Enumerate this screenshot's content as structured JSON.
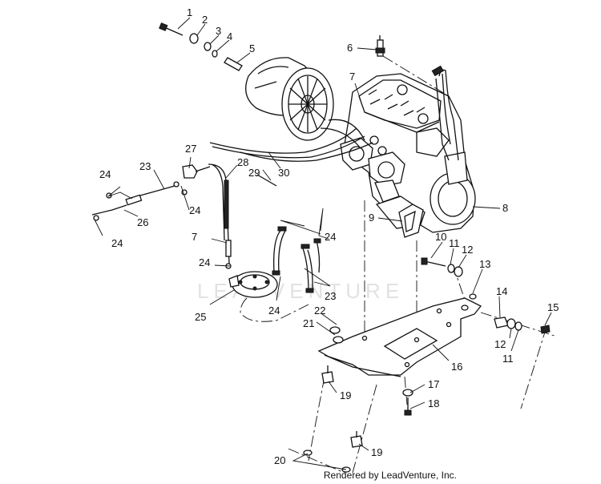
{
  "watermark": "LEADVENTURE",
  "footer": "Rendered by LeadVenture, Inc.",
  "callouts": {
    "c1": "1",
    "c2": "2",
    "c3": "3",
    "c4": "4",
    "c5": "5",
    "c6": "6",
    "c7a": "7",
    "c7b": "7",
    "c8": "8",
    "c9": "9",
    "c10": "10",
    "c11a": "11",
    "c11b": "11",
    "c12a": "12",
    "c12b": "12",
    "c13": "13",
    "c14": "14",
    "c15": "15",
    "c16": "16",
    "c17": "17",
    "c18": "18",
    "c19a": "19",
    "c19b": "19",
    "c20": "20",
    "c21": "21",
    "c22": "22",
    "c23a": "23",
    "c23b": "23",
    "c24a": "24",
    "c24b": "24",
    "c24c": "24",
    "c24d": "24",
    "c24e": "24",
    "c24f": "24",
    "c25": "25",
    "c26": "26",
    "c27": "27",
    "c28": "28",
    "c29": "29",
    "c30": "30"
  }
}
